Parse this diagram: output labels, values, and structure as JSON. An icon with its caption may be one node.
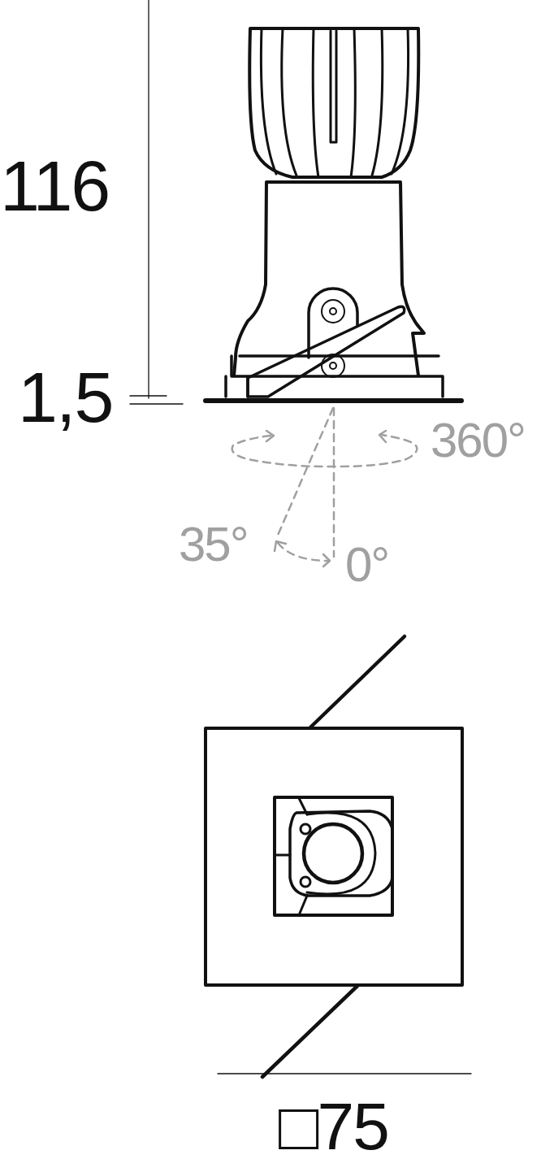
{
  "diagram": {
    "labels": [
      "116",
      "1,5",
      "360°",
      "35°",
      "0°",
      "□75"
    ]
  }
}
